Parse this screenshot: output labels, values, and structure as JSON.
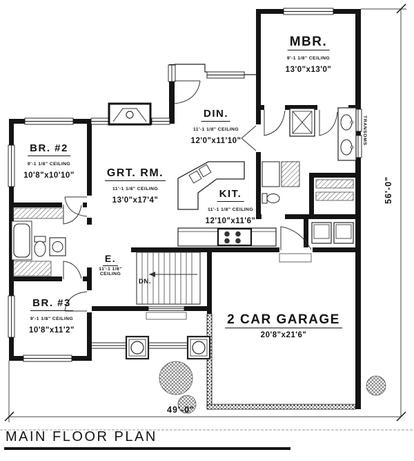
{
  "title": "MAIN FLOOR PLAN",
  "dimensions": {
    "bottom": "49'-0\"",
    "right": "56'-0\""
  },
  "labels": {
    "transoms": "TRANSOMS",
    "stairs_down": "DN."
  },
  "rooms": {
    "mbr": {
      "name": "MBR.",
      "ceiling": "9'-1 1/8\" CEILING",
      "size": "13'0\"x13'0\""
    },
    "din": {
      "name": "DIN.",
      "ceiling": "11'-1 1/8\" CEILING",
      "size": "12'0\"x11'10\""
    },
    "br2": {
      "name": "BR. #2",
      "ceiling": "9'-1 1/8\" CEILING",
      "size": "10'8\"x10'10\""
    },
    "grt": {
      "name": "GRT. RM.",
      "ceiling": "11'-1 1/8\" CEILING",
      "size": "13'0\"x17'4\""
    },
    "kit": {
      "name": "KIT.",
      "ceiling": "11'-1 1/8\" CEILING",
      "size": "12'10\"x11'6\""
    },
    "entry": {
      "name": "E.",
      "ceiling": "11'-1 1/8\" CEILING",
      "size": ""
    },
    "br3": {
      "name": "BR. #3",
      "ceiling": "9'-1 1/8\" CEILING",
      "size": "10'8\"x11'2\""
    },
    "garage": {
      "name": "2 CAR GARAGE",
      "ceiling": "",
      "size": "20'8\"x21'6\""
    }
  },
  "colors": {
    "ink": "#141414",
    "paper": "#ffffff"
  }
}
